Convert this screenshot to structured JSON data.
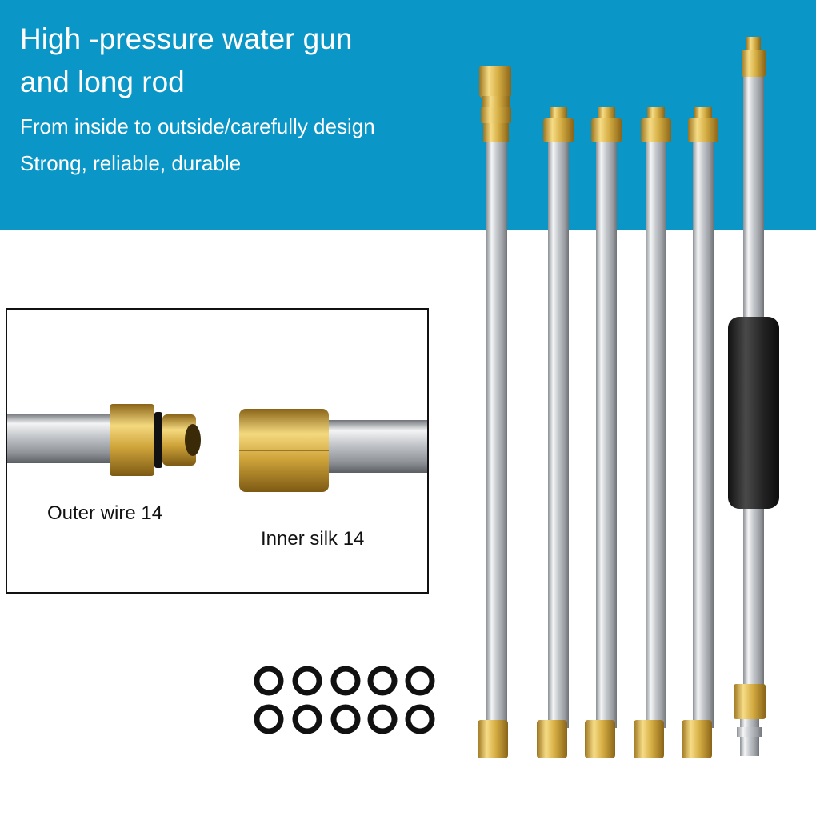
{
  "banner": {
    "title_line1": "High -pressure water gun",
    "title_line2": "and long rod",
    "subtitle_line1": "From inside to outside/carefully design",
    "subtitle_line2": "Strong, reliable, durable"
  },
  "detail": {
    "outer_label": "Outer wire 14",
    "inner_label": "Inner silk 14"
  },
  "colors": {
    "banner_blue": "#0a96c6",
    "brass": "#d8b24a",
    "steel": "#c9ccd0",
    "grip": "#2a2a2a"
  },
  "icons": [
    "o-ring-icon",
    "extension-rod-icon",
    "brass-fitting-icon"
  ]
}
